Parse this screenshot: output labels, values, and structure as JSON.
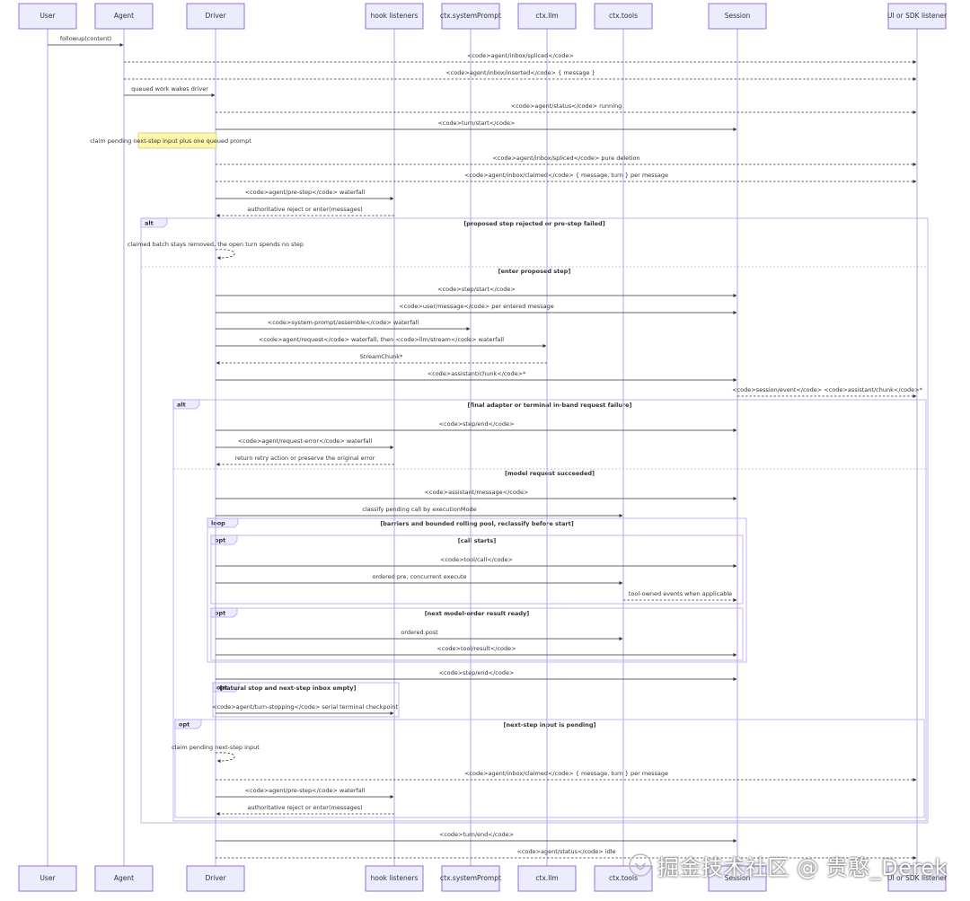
{
  "actors": [
    {
      "id": "user",
      "label": "User"
    },
    {
      "id": "agent",
      "label": "Agent"
    },
    {
      "id": "driver",
      "label": "Driver"
    },
    {
      "id": "hooks",
      "label": "hook listeners"
    },
    {
      "id": "sysprompt",
      "label": "ctx.systemPrompt"
    },
    {
      "id": "llm",
      "label": "ctx.llm"
    },
    {
      "id": "tools",
      "label": "ctx.tools"
    },
    {
      "id": "session",
      "label": "Session"
    },
    {
      "id": "ui",
      "label": "UI or SDK listener"
    }
  ],
  "messages": [
    {
      "from": "user",
      "to": "agent",
      "text": "followup(content)",
      "style": "solid"
    },
    {
      "from": "agent",
      "to": "ui",
      "text": "<code>agent/inbox/spliced</code>",
      "style": "dotted"
    },
    {
      "from": "agent",
      "to": "ui",
      "text": "<code>agent/inbox/inserted</code> { message }",
      "style": "dotted"
    },
    {
      "from": "agent",
      "to": "driver",
      "text": "queued work wakes driver",
      "style": "solid"
    },
    {
      "from": "driver",
      "to": "ui",
      "text": "<code>agent/status</code> running",
      "style": "dotted"
    },
    {
      "from": "driver",
      "to": "session",
      "text": "<code>turn/start</code>",
      "style": "solid"
    },
    {
      "from": "driver",
      "to": "ui",
      "text": "<code>agent/inbox/spliced</code> pure deletion",
      "style": "dotted"
    },
    {
      "from": "driver",
      "to": "ui",
      "text": "<code>agent/inbox/claimed</code> { message, turn } per message",
      "style": "dotted"
    },
    {
      "from": "driver",
      "to": "hooks",
      "text": "<code>agent/pre-step</code> waterfall",
      "style": "solid"
    },
    {
      "from": "hooks",
      "to": "driver",
      "text": "authoritative reject or enter(messages)",
      "style": "dotted"
    },
    {
      "from": "driver",
      "to": "driver",
      "text": "claimed batch stays removed, the open turn spends no step",
      "style": "self"
    },
    {
      "from": "driver",
      "to": "session",
      "text": "<code>step/start</code>",
      "style": "solid"
    },
    {
      "from": "driver",
      "to": "session",
      "text": "<code>user/message</code> per entered message",
      "style": "solid"
    },
    {
      "from": "driver",
      "to": "sysprompt",
      "text": "<code>system-prompt/assemble</code> waterfall",
      "style": "solid"
    },
    {
      "from": "driver",
      "to": "llm",
      "text": "<code>agent/request</code> waterfall, then <code>llm/stream</code> waterfall",
      "style": "solid"
    },
    {
      "from": "llm",
      "to": "driver",
      "text": "StreamChunk*",
      "style": "dotted"
    },
    {
      "from": "driver",
      "to": "session",
      "text": "<code>assistant/chunk</code>*",
      "style": "solid"
    },
    {
      "from": "session",
      "to": "ui",
      "text": "<code>session/event</code> <code>assistant/chunk</code>*",
      "style": "dotted"
    },
    {
      "from": "driver",
      "to": "session",
      "text": "<code>step/end</code>",
      "style": "solid"
    },
    {
      "from": "driver",
      "to": "hooks",
      "text": "<code>agent/request-error</code> waterfall",
      "style": "solid"
    },
    {
      "from": "hooks",
      "to": "driver",
      "text": "return retry action or preserve the original error",
      "style": "dotted"
    },
    {
      "from": "driver",
      "to": "session",
      "text": "<code>assistant/message</code>",
      "style": "solid"
    },
    {
      "from": "driver",
      "to": "tools",
      "text": "classify pending call by executionMode",
      "style": "solid"
    },
    {
      "from": "driver",
      "to": "session",
      "text": "<code>tool/call</code>",
      "style": "solid"
    },
    {
      "from": "driver",
      "to": "tools",
      "text": "ordered pre, concurrent execute",
      "style": "solid"
    },
    {
      "from": "tools",
      "to": "session",
      "text": "tool-owned events when applicable",
      "style": "dotted"
    },
    {
      "from": "driver",
      "to": "tools",
      "text": "ordered post",
      "style": "solid"
    },
    {
      "from": "driver",
      "to": "session",
      "text": "<code>tool/result</code>",
      "style": "solid"
    },
    {
      "from": "driver",
      "to": "session",
      "text": "<code>step/end</code>",
      "style": "solid"
    },
    {
      "from": "driver",
      "to": "hooks",
      "text": "<code>agent/turn-stopping</code> serial terminal checkpoint",
      "style": "solid"
    },
    {
      "from": "driver",
      "to": "driver",
      "text": "claim pending next-step input",
      "style": "self"
    },
    {
      "from": "driver",
      "to": "ui",
      "text": "<code>agent/inbox/claimed</code> { message, turn } per message",
      "style": "dotted"
    },
    {
      "from": "driver",
      "to": "hooks",
      "text": "<code>agent/pre-step</code> waterfall",
      "style": "solid"
    },
    {
      "from": "hooks",
      "to": "driver",
      "text": "authoritative reject or enter(messages)",
      "style": "dotted"
    },
    {
      "from": "driver",
      "to": "session",
      "text": "<code>turn/end</code>",
      "style": "solid"
    },
    {
      "from": "driver",
      "to": "ui",
      "text": "<code>agent/status</code> idle",
      "style": "dotted"
    }
  ],
  "note": {
    "text": "claim pending next-step input plus one queued prompt"
  },
  "frames": [
    {
      "kind": "alt",
      "condition": "[proposed step rejected or pre-step failed]",
      "else": "[enter proposed step]"
    },
    {
      "kind": "alt",
      "condition": "[final adapter or terminal in-band request failure]",
      "else": "[model request succeeded]"
    },
    {
      "kind": "loop",
      "condition": "[barriers and bounded rolling pool, reclassify before start]"
    },
    {
      "kind": "opt",
      "condition": "[call starts]"
    },
    {
      "kind": "opt",
      "condition": "[next model-order result ready]"
    },
    {
      "kind": "opt",
      "condition": "[natural stop and next-step inbox empty]"
    },
    {
      "kind": "opt",
      "condition": "[next-step input is pending]"
    }
  ],
  "watermark": {
    "text": "掘金技术社区 @ 贵憨_Derek",
    "icon": "juejin-logo-icon"
  }
}
